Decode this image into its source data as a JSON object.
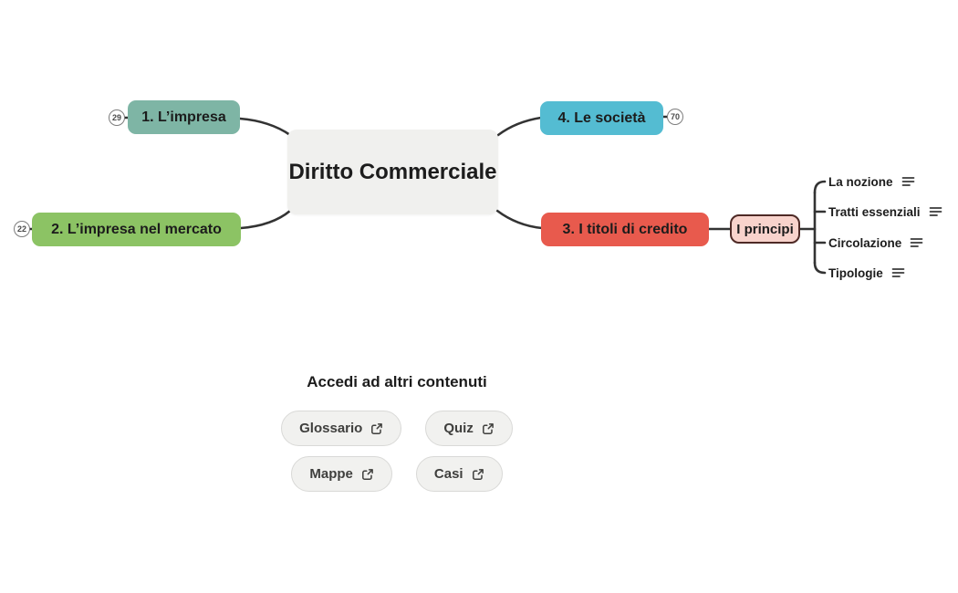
{
  "colors": {
    "line": "#333333",
    "central_bg": "#f0f0ee",
    "node_impresa": "#7eb5a5",
    "node_mercato": "#8cc364",
    "node_societa": "#54bcd2",
    "node_titoli": "#e85a4d",
    "principi_bg": "#f8d3cc",
    "principi_border": "#4e2a26",
    "button_bg": "#f1f1ef",
    "button_border": "#d9d9d7"
  },
  "mindmap": {
    "central": {
      "label": "Diritto Commerciale"
    },
    "nodes": [
      {
        "label": "1. L’impresa",
        "badge": "29"
      },
      {
        "label": "2. L’impresa nel mercato",
        "badge": "22"
      },
      {
        "label": "4. Le società",
        "badge": "70"
      },
      {
        "label": "3. I titoli di credito"
      }
    ],
    "subnode": {
      "label": "I principi"
    },
    "leaves": [
      {
        "label": "La nozione"
      },
      {
        "label": "Tratti essenziali"
      },
      {
        "label": "Circolazione"
      },
      {
        "label": "Tipologie"
      }
    ]
  },
  "footer": {
    "heading": "Accedi ad altri contenuti",
    "buttons": [
      {
        "label": "Glossario"
      },
      {
        "label": "Quiz"
      },
      {
        "label": "Mappe"
      },
      {
        "label": "Casi"
      }
    ]
  }
}
